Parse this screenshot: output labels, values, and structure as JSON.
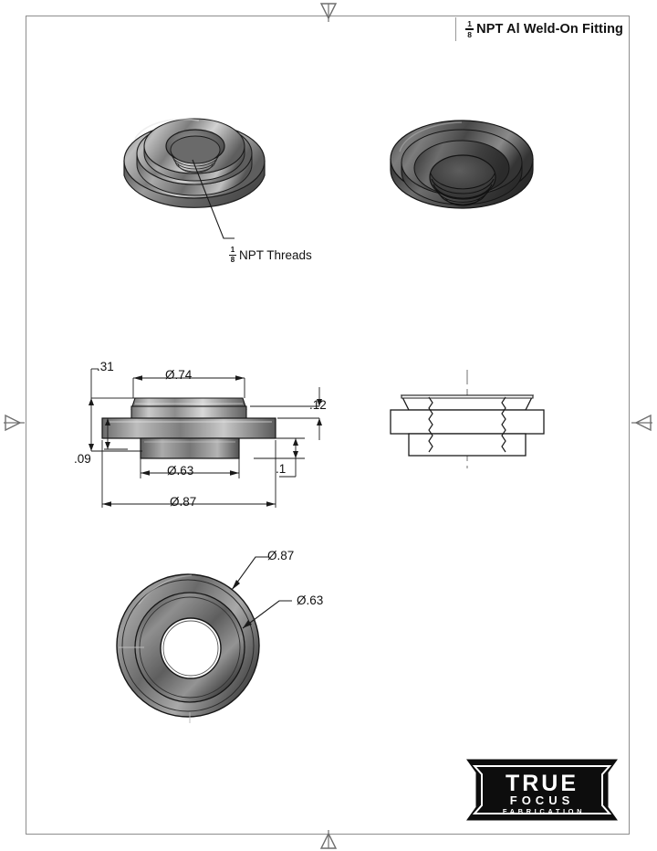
{
  "document": {
    "type": "technical-drawing",
    "sheet_width": 720,
    "sheet_height": 932,
    "title_fraction_numerator": "1",
    "title_fraction_denominator": "8",
    "title_text": "NPT Al Weld-On Fitting",
    "full_title": "1/8 NPT Al Weld-On Fitting"
  },
  "callouts": {
    "thread_note_fraction_numerator": "1",
    "thread_note_fraction_denominator": "8",
    "thread_note_text": "NPT Threads",
    "bottom_outer_dia": "Ø.87",
    "bottom_inner_dia": "Ø.63"
  },
  "dimensions": {
    "overall_height": ".31",
    "boss_dia": "Ø.74",
    "flange_thickness": ".12",
    "flange_offset": ".09",
    "hub_dia": "Ø.63",
    "hub_length": ".1",
    "flange_dia": "Ø.87"
  },
  "logo": {
    "line1": "TRUE",
    "line2": "FOCUS",
    "line3": "FABRICATION"
  },
  "views": {
    "iso_top_left": "isometric-view-threaded-boss-up",
    "iso_top_right": "isometric-view-low-angle",
    "side_elevation": "side-section-elevation",
    "outline_section": "outline-section-with-threads",
    "bottom_view": "bottom-plan-view"
  },
  "centering_marks": {
    "top": "triangle-down",
    "bottom": "triangle-up",
    "left": "triangle-right",
    "right": "triangle-left"
  },
  "colors": {
    "border": "#8d8d8d",
    "ink": "#111111",
    "metal_light": "#cfcfcf",
    "metal_mid": "#8a8a8a",
    "metal_dark": "#3a3a3a"
  }
}
